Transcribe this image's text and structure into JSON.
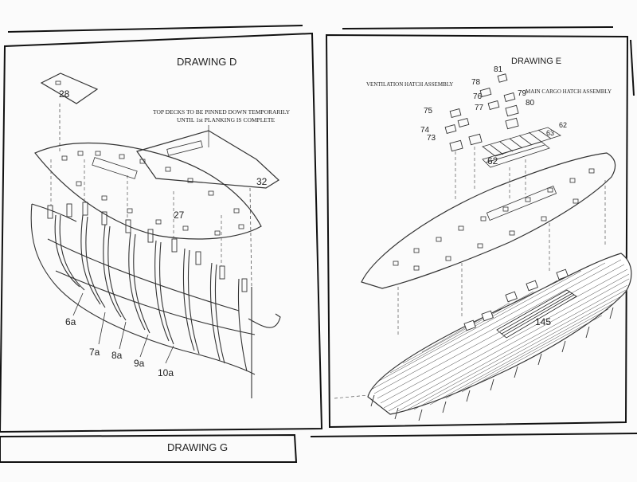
{
  "drawing_d": {
    "title": "DRAWING  D",
    "note_line1": "TOP DECKS TO BE PINNED DOWN TEMPORARILY",
    "note_line2": "UNTIL 1st PLANKING IS COMPLETE",
    "parts": [
      "28",
      "32",
      "27",
      "6a",
      "7a",
      "8a",
      "9a",
      "10a"
    ]
  },
  "drawing_e": {
    "title": "DRAWING E",
    "vent_label": "VENTILATION HATCH ASSEMBLY",
    "cargo_label": "MAIN CARGO HATCH ASSEMBLY",
    "parts": [
      "81",
      "78",
      "76",
      "77",
      "79",
      "80",
      "75",
      "74",
      "73",
      "62",
      "63",
      "62",
      "145"
    ]
  },
  "drawing_g": {
    "title": "DRAWING  G"
  },
  "colors": {
    "paper": "#fbfbfb",
    "ink": "#222222",
    "border": "#111111"
  }
}
